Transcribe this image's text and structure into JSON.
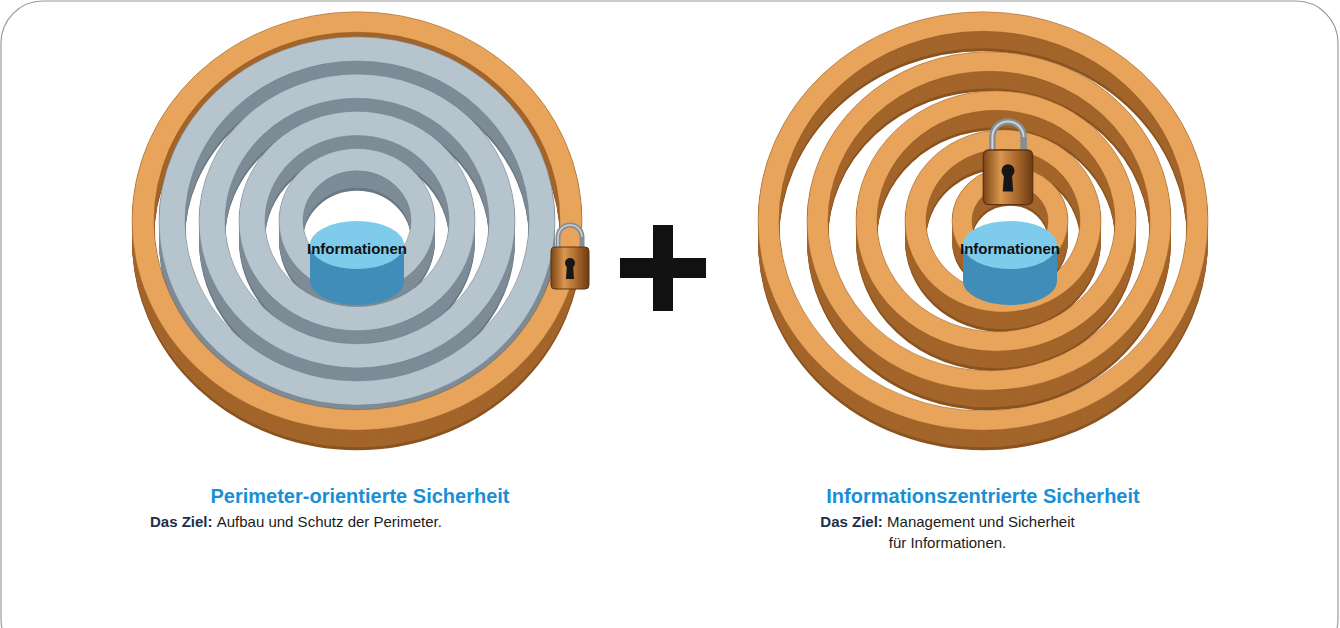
{
  "diagram": {
    "nodes": [
      {
        "text": [
          "Perimeter-orientierte Sicherheit",
          "Das Ziel:",
          "Aufbau und Schutz der Perimeter."
        ]
      },
      {
        "text": [
          "Informationen"
        ],
        "in": 0
      },
      {
        "text": [
          "Informationszentrierte Sicherheit",
          "Das Ziel:",
          "Management und Sicherheit für Informationen."
        ]
      },
      {
        "text": [
          "Informationen"
        ],
        "in": 2
      }
    ]
  }
}
